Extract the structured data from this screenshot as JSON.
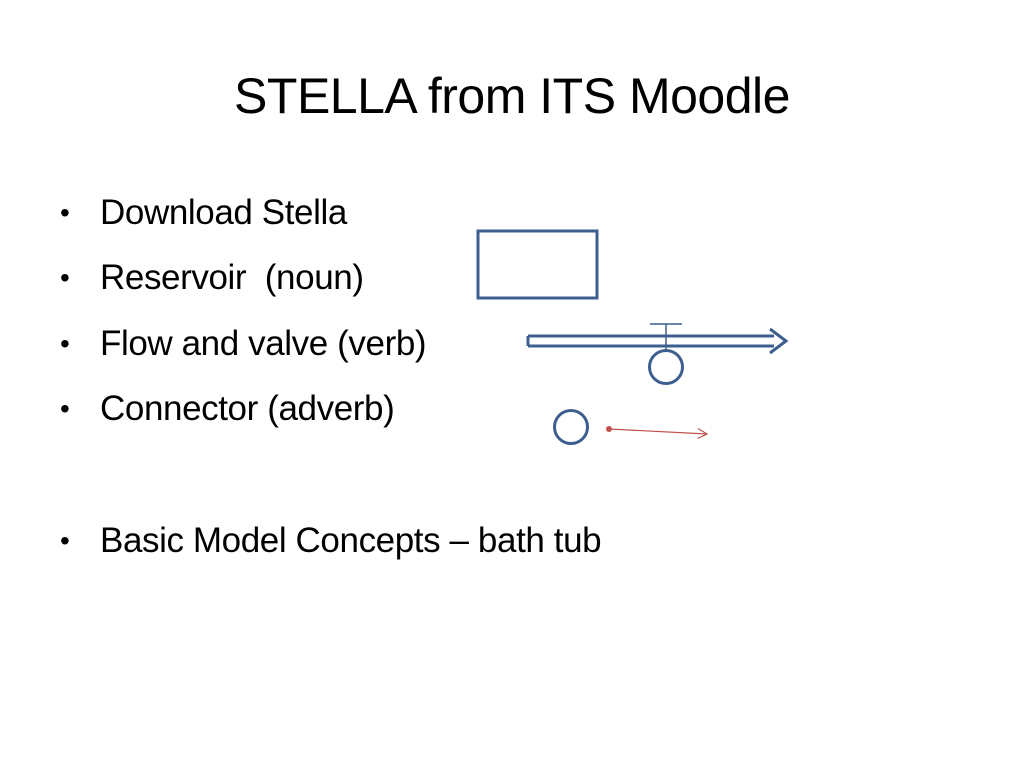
{
  "slide": {
    "title": "STELLA from ITS Moodle",
    "bullets": [
      "Download Stella",
      "Reservoir  (noun)",
      "Flow and valve (verb)",
      "Connector (adverb)",
      "Basic Model Concepts – bath tub"
    ],
    "bullet_glyph": "•"
  },
  "colors": {
    "stock_flow_stroke": "#3d5f8f",
    "connector_stroke": "#c0504d",
    "background": "#ffffff",
    "text": "#000000"
  },
  "icons": {
    "reservoir": "reservoir-rectangle-icon",
    "flow": "flow-arrow-valve-icon",
    "connector": "connector-arrow-icon"
  }
}
